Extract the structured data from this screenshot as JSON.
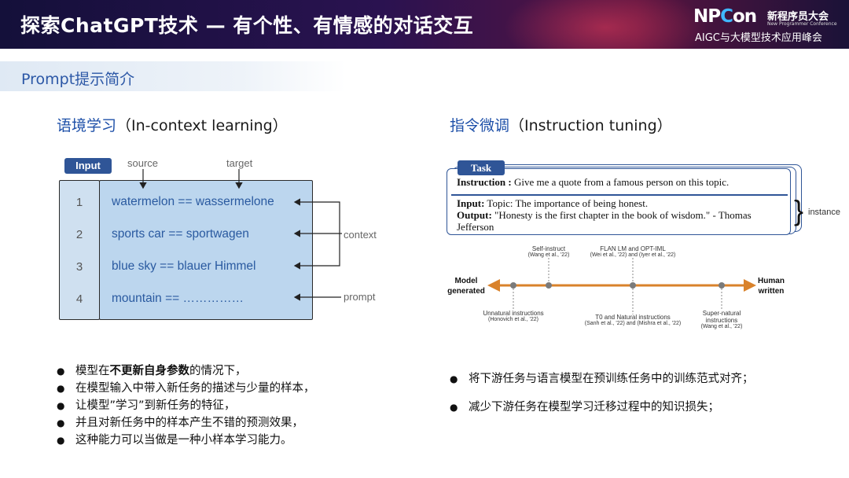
{
  "header": {
    "title": "探索ChatGPT技术 — 有个性、有情感的对话交互",
    "logo": {
      "mark_a": "NP",
      "mark_b": "C",
      "mark_c": "on",
      "cn_name": "新程序员大会",
      "en_name": "New Programmer Conference",
      "subtitle": "AIGC与大模型技术应用峰会"
    }
  },
  "section": {
    "title": "Prompt提示简介"
  },
  "left": {
    "title_cn": "语境学习",
    "title_en": "（In-context learning）",
    "figure": {
      "input_label": "Input",
      "source_label": "source",
      "target_label": "target",
      "context_label": "context",
      "prompt_label": "prompt",
      "rows": [
        {
          "num": "1",
          "text": "watermelon == wassermelone"
        },
        {
          "num": "2",
          "text": "sports car == sportwagen"
        },
        {
          "num": "3",
          "text": "blue sky == blauer Himmel"
        },
        {
          "num": "4",
          "text": "mountain ==     ……………"
        }
      ]
    },
    "bullets": {
      "b1_pre": "模型在",
      "b1_bold": "不更新自身参数",
      "b1_post": "的情况下，",
      "b2": "在模型输入中带入新任务的描述与少量的样本，",
      "b3": "让模型”学习”到新任务的特征，",
      "b4": "并且对新任务中的样本产生不错的预测效果，",
      "b5": "这种能力可以当做是一种小样本学习能力。"
    }
  },
  "right": {
    "title_cn": "指令微调",
    "title_en": "（Instruction tuning）",
    "figure": {
      "task_label": "Task",
      "instruction_key": "Instruction :",
      "instruction_val": " Give me a quote from a famous person on this topic.",
      "input_key": "Input:",
      "input_val": " Topic: The importance of being honest.",
      "output_key": "Output:",
      "output_val": " \"Honesty is the first chapter in the book of wisdom.\" - Thomas",
      "output_val2": "Jefferson",
      "instance_label": "instance",
      "timeline": {
        "left_end_1": "Model",
        "left_end_2": "generated",
        "right_end_1": "Human",
        "right_end_2": "written",
        "top1_a": "Self-instruct",
        "top1_b": "(Wang et al., '22)",
        "top2_a": "FLAN LM and OPT-IML",
        "top2_b": "(Wei et al., '22) and (Iyer et al., '22)",
        "bot1_a": "Unnatural instructions",
        "bot1_b": "(Honovich et al., '22)",
        "bot2_a": "T0 and Natural instructions",
        "bot2_b": "(Sanh et al., '22) and (Mishra et al., '22)",
        "bot3_a": "Super-natural",
        "bot3_b": "instructions",
        "bot3_c": "(Wang et al., '22)"
      }
    },
    "bullets": {
      "b1": "将下游任务与语言模型在预训练任务中的训练范式对齐；",
      "b2": "减少下游任务在模型学习迁移过程中的知识损失；"
    }
  },
  "colors": {
    "accent": "#2f5597",
    "timeline": "#d9822b",
    "title_blue": "#1d4fa8"
  }
}
